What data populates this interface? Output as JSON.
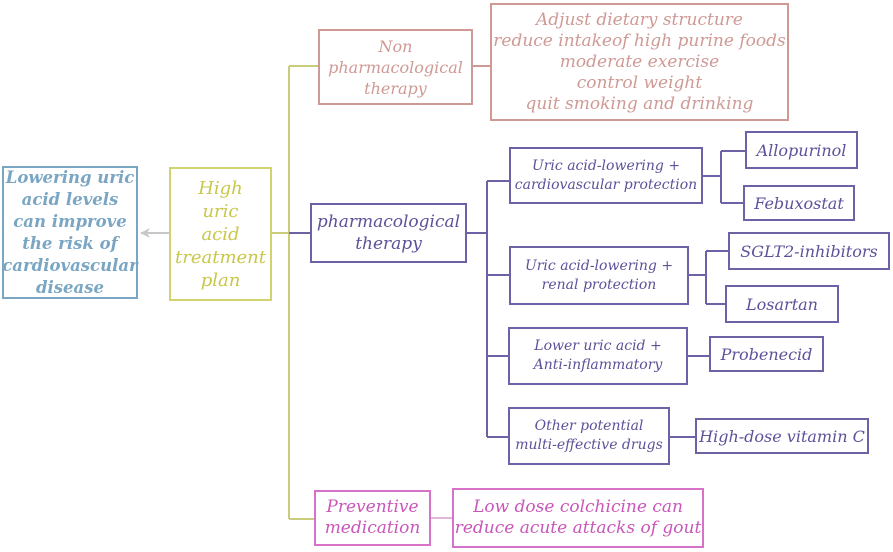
{
  "nodes": {
    "goal": {
      "lines": [
        "Lowering uric",
        "acid levels",
        "can improve",
        "the risk  of",
        "cardiovascular",
        "disease"
      ]
    },
    "main": {
      "lines": [
        "High",
        "uric",
        "acid",
        "treatment",
        "plan"
      ]
    },
    "nonpharm": {
      "lines": [
        "Non",
        "pharmacological",
        "therapy"
      ]
    },
    "lifestyle": {
      "lines": [
        "Adjust dietary structure",
        "reduce intakeof high purine foods",
        "moderate exercise",
        "control weight",
        "quit smoking and drinking"
      ]
    },
    "pharm": {
      "lines": [
        "pharmacological",
        "therapy"
      ]
    },
    "cv": {
      "lines": [
        "Uric acid-lowering +",
        "cardiovascular protection"
      ]
    },
    "allo": {
      "lines": [
        "Allopurinol"
      ]
    },
    "febu": {
      "lines": [
        "Febuxostat"
      ]
    },
    "renal": {
      "lines": [
        "Uric acid-lowering +",
        "renal protection"
      ]
    },
    "sglt2": {
      "lines": [
        "SGLT2-inhibitors"
      ]
    },
    "losa": {
      "lines": [
        "Losartan"
      ]
    },
    "inflam": {
      "lines": [
        "Lower uric acid +",
        "Anti-inflammatory"
      ]
    },
    "probe": {
      "lines": [
        "Probenecid"
      ]
    },
    "other": {
      "lines": [
        "Other potential",
        "multi-effective drugs"
      ]
    },
    "vitc": {
      "lines": [
        "High-dose vitamin C"
      ]
    },
    "prev": {
      "lines": [
        "Preventive",
        "medication"
      ]
    },
    "colch": {
      "lines": [
        "Low dose colchicine can",
        "reduce acute attacks of gout"
      ]
    }
  },
  "colors": {
    "goal": "#7aa6c4",
    "main": "#d2d26e",
    "nonpharm": "#cf9a95",
    "pharm": "#6e62a6",
    "prev": "#d772c9",
    "arrow": "#c8c8c8"
  }
}
